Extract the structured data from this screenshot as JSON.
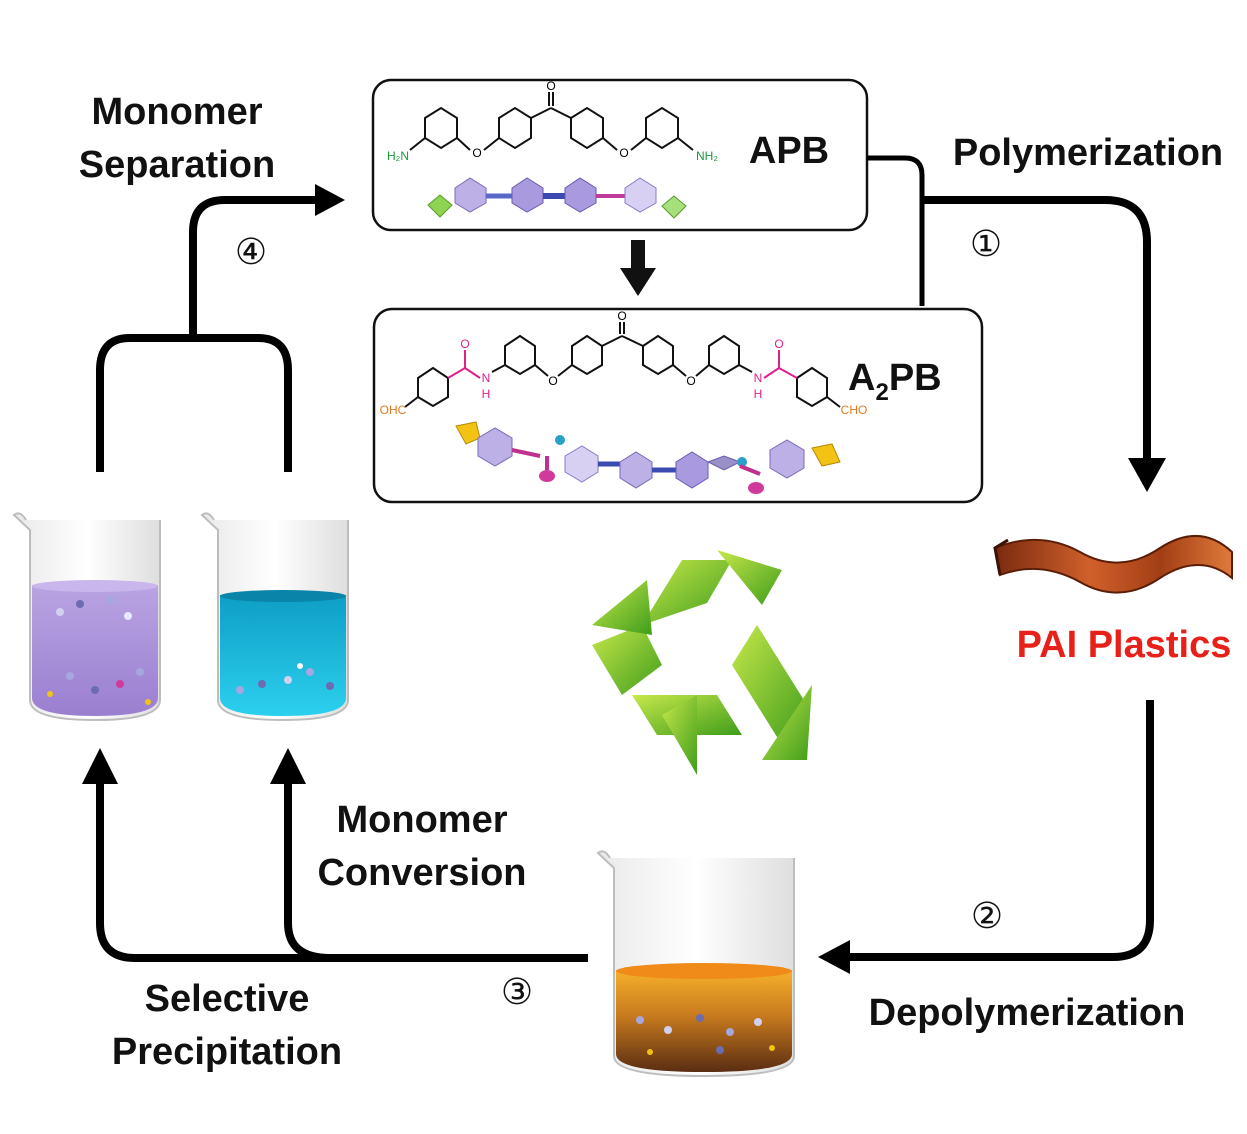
{
  "labels": {
    "monomer_separation_1": "Monomer",
    "monomer_separation_2": "Separation",
    "polymerization": "Polymerization",
    "depolymerization": "Depolymerization",
    "monomer_conversion_1": "Monomer",
    "monomer_conversion_2": "Conversion",
    "selective_precipitation_1": "Selective",
    "selective_precipitation_2": "Precipitation",
    "pai_plastics": "PAI Plastics"
  },
  "steps": {
    "step1": "①",
    "step2": "②",
    "step3": "③",
    "step4": "④"
  },
  "molecules": {
    "apb": {
      "name": "APB",
      "left_group": "H₂N",
      "right_group": "NH₂",
      "ether": "O",
      "ketone": "O"
    },
    "a2pb": {
      "name_main": "A",
      "name_sub": "2",
      "name_rest": "PB",
      "left_group": "OHC",
      "right_group": "CHO",
      "amide_n": "N",
      "amide_h": "H",
      "ether": "O",
      "ketone": "O"
    }
  },
  "colors": {
    "amine_green": "#1a9a3a",
    "amide_magenta": "#e0208a",
    "aldehyde_orange": "#e07a20",
    "pai_red": "#e8201a",
    "recycle_green": "#6cbf1f",
    "purple_solution": "#a98fd6",
    "blue_solution": "#1fb4d8",
    "orange_solution": "#f3a020"
  }
}
